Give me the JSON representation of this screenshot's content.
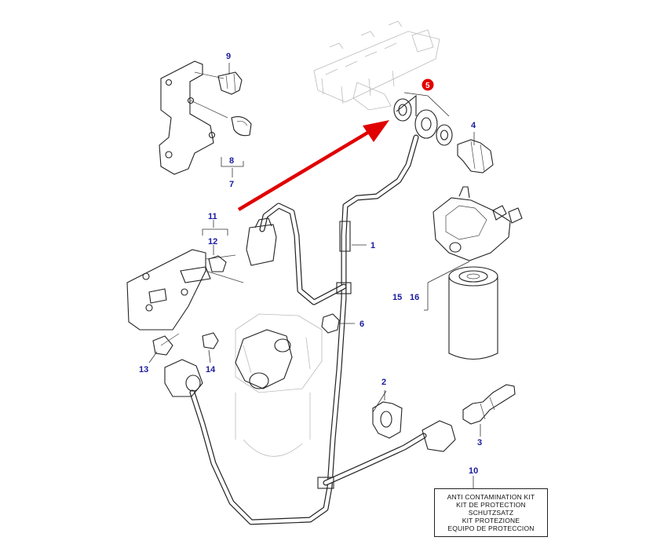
{
  "callouts": [
    {
      "id": "c1",
      "label": "1"
    },
    {
      "id": "c2",
      "label": "2"
    },
    {
      "id": "c3",
      "label": "3"
    },
    {
      "id": "c4",
      "label": "4"
    },
    {
      "id": "c5",
      "label": "5",
      "highlighted": true
    },
    {
      "id": "c6",
      "label": "6"
    },
    {
      "id": "c7",
      "label": "7"
    },
    {
      "id": "c8",
      "label": "8"
    },
    {
      "id": "c9",
      "label": "9"
    },
    {
      "id": "c10",
      "label": "10"
    },
    {
      "id": "c11",
      "label": "11"
    },
    {
      "id": "c12",
      "label": "12"
    },
    {
      "id": "c13",
      "label": "13"
    },
    {
      "id": "c14",
      "label": "14"
    },
    {
      "id": "c15",
      "label": "15"
    },
    {
      "id": "c16",
      "label": "16"
    }
  ],
  "kit_box": {
    "lines": [
      "ANTI CONTAMINATION KIT",
      "KIT DE PROTECTION",
      "SCHUTZSATZ",
      "KIT PROTEZIONE",
      "EQUIPO DE PROTECCION"
    ]
  },
  "colors": {
    "callout_text": "#1a1aa0",
    "highlight_badge": "#e00000",
    "arrow": "#e00000",
    "line_art": "#222222"
  },
  "icons": {
    "arrow": "red-arrow-icon"
  }
}
